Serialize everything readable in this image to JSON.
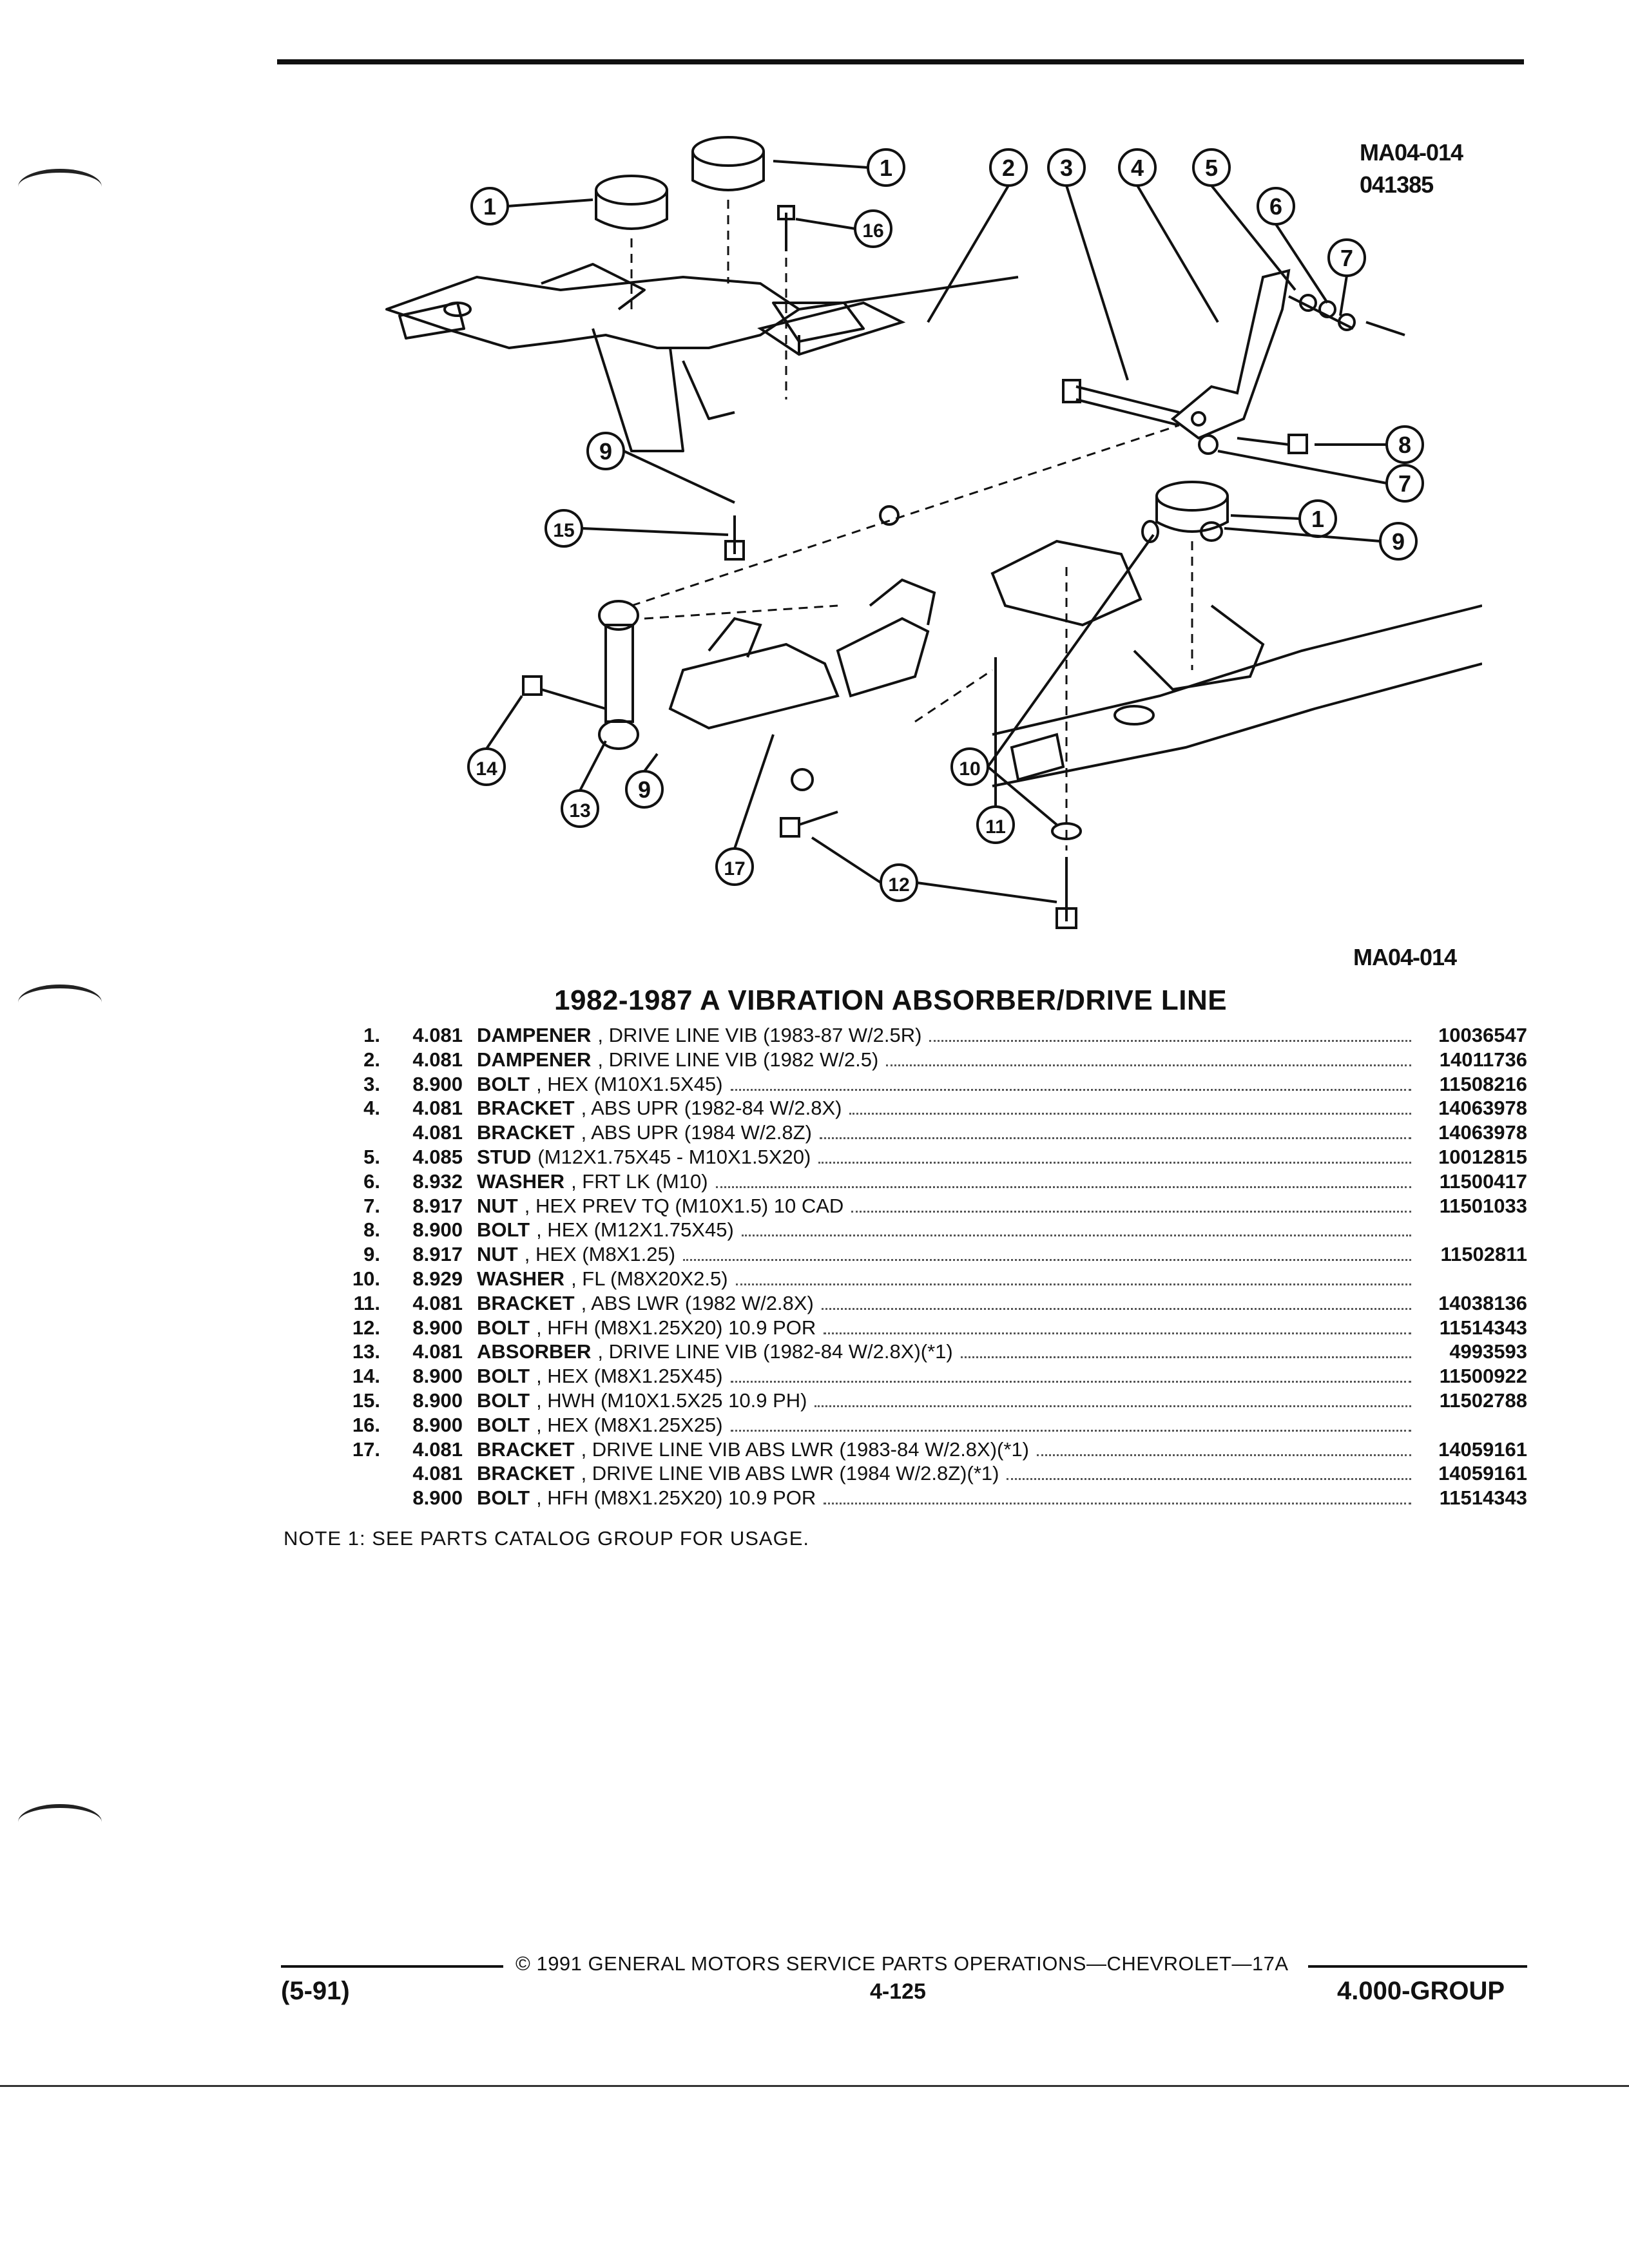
{
  "diagram": {
    "code_top": "MA04-014",
    "date_code": "041385",
    "code_bottom": "MA04-014",
    "callouts": [
      "1",
      "1",
      "1",
      "2",
      "3",
      "4",
      "5",
      "6",
      "7",
      "7",
      "8",
      "9",
      "9",
      "9",
      "10",
      "11",
      "12",
      "13",
      "14",
      "15",
      "16",
      "17"
    ]
  },
  "title": "1982-1987 A VIBRATION ABSORBER/DRIVE LINE",
  "parts": [
    {
      "item": "1.",
      "group": "4.081",
      "name": "DAMPENER",
      "desc": ", DRIVE LINE VIB (1983-87 W/2.5R)",
      "part": "10036547"
    },
    {
      "item": "2.",
      "group": "4.081",
      "name": "DAMPENER",
      "desc": ", DRIVE LINE VIB (1982 W/2.5)",
      "part": "14011736"
    },
    {
      "item": "3.",
      "group": "8.900",
      "name": "BOLT",
      "desc": ", HEX (M10X1.5X45)",
      "part": "11508216"
    },
    {
      "item": "4.",
      "group": "4.081",
      "name": "BRACKET",
      "desc": ", ABS UPR (1982-84 W/2.8X)",
      "part": "14063978"
    },
    {
      "item": "",
      "group": "4.081",
      "name": "BRACKET",
      "desc": ", ABS UPR (1984 W/2.8Z)",
      "part": "14063978"
    },
    {
      "item": "5.",
      "group": "4.085",
      "name": "STUD",
      "desc": "(M12X1.75X45 - M10X1.5X20)",
      "part": "10012815"
    },
    {
      "item": "6.",
      "group": "8.932",
      "name": "WASHER",
      "desc": ", FRT LK (M10)",
      "part": "11500417"
    },
    {
      "item": "7.",
      "group": "8.917",
      "name": "NUT",
      "desc": ", HEX PREV TQ (M10X1.5) 10 CAD",
      "part": "11501033"
    },
    {
      "item": "8.",
      "group": "8.900",
      "name": "BOLT",
      "desc": ", HEX (M12X1.75X45)",
      "part": ""
    },
    {
      "item": "9.",
      "group": "8.917",
      "name": "NUT",
      "desc": ", HEX (M8X1.25)",
      "part": "11502811"
    },
    {
      "item": "10.",
      "group": "8.929",
      "name": "WASHER",
      "desc": ", FL (M8X20X2.5)",
      "part": ""
    },
    {
      "item": "11.",
      "group": "4.081",
      "name": "BRACKET",
      "desc": ", ABS LWR (1982 W/2.8X)",
      "part": "14038136"
    },
    {
      "item": "12.",
      "group": "8.900",
      "name": "BOLT",
      "desc": ", HFH (M8X1.25X20) 10.9 POR",
      "part": "11514343"
    },
    {
      "item": "13.",
      "group": "4.081",
      "name": "ABSORBER",
      "desc": ", DRIVE LINE VIB (1982-84 W/2.8X)(*1)",
      "part": "4993593"
    },
    {
      "item": "14.",
      "group": "8.900",
      "name": "BOLT",
      "desc": ", HEX (M8X1.25X45)",
      "part": "11500922"
    },
    {
      "item": "15.",
      "group": "8.900",
      "name": "BOLT",
      "desc": ", HWH (M10X1.5X25 10.9 PH)",
      "part": "11502788"
    },
    {
      "item": "16.",
      "group": "8.900",
      "name": "BOLT",
      "desc": ", HEX (M8X1.25X25)",
      "part": ""
    },
    {
      "item": "17.",
      "group": "4.081",
      "name": "BRACKET",
      "desc": ", DRIVE LINE VIB ABS LWR (1983-84 W/2.8X)(*1)",
      "part": "14059161"
    },
    {
      "item": "",
      "group": "4.081",
      "name": "BRACKET",
      "desc": ", DRIVE LINE VIB ABS LWR (1984 W/2.8Z)(*1)",
      "part": "14059161"
    },
    {
      "item": "",
      "group": "8.900",
      "name": "BOLT",
      "desc": ", HFH (M8X1.25X20) 10.9 POR",
      "part": "11514343"
    }
  ],
  "note": "NOTE  1:  SEE PARTS CATALOG GROUP FOR USAGE.",
  "footer": {
    "copyright": "© 1991  GENERAL MOTORS SERVICE PARTS OPERATIONS—CHEVROLET—17A",
    "date": "(5-91)",
    "page": "4-125",
    "group": "4.000-GROUP"
  }
}
